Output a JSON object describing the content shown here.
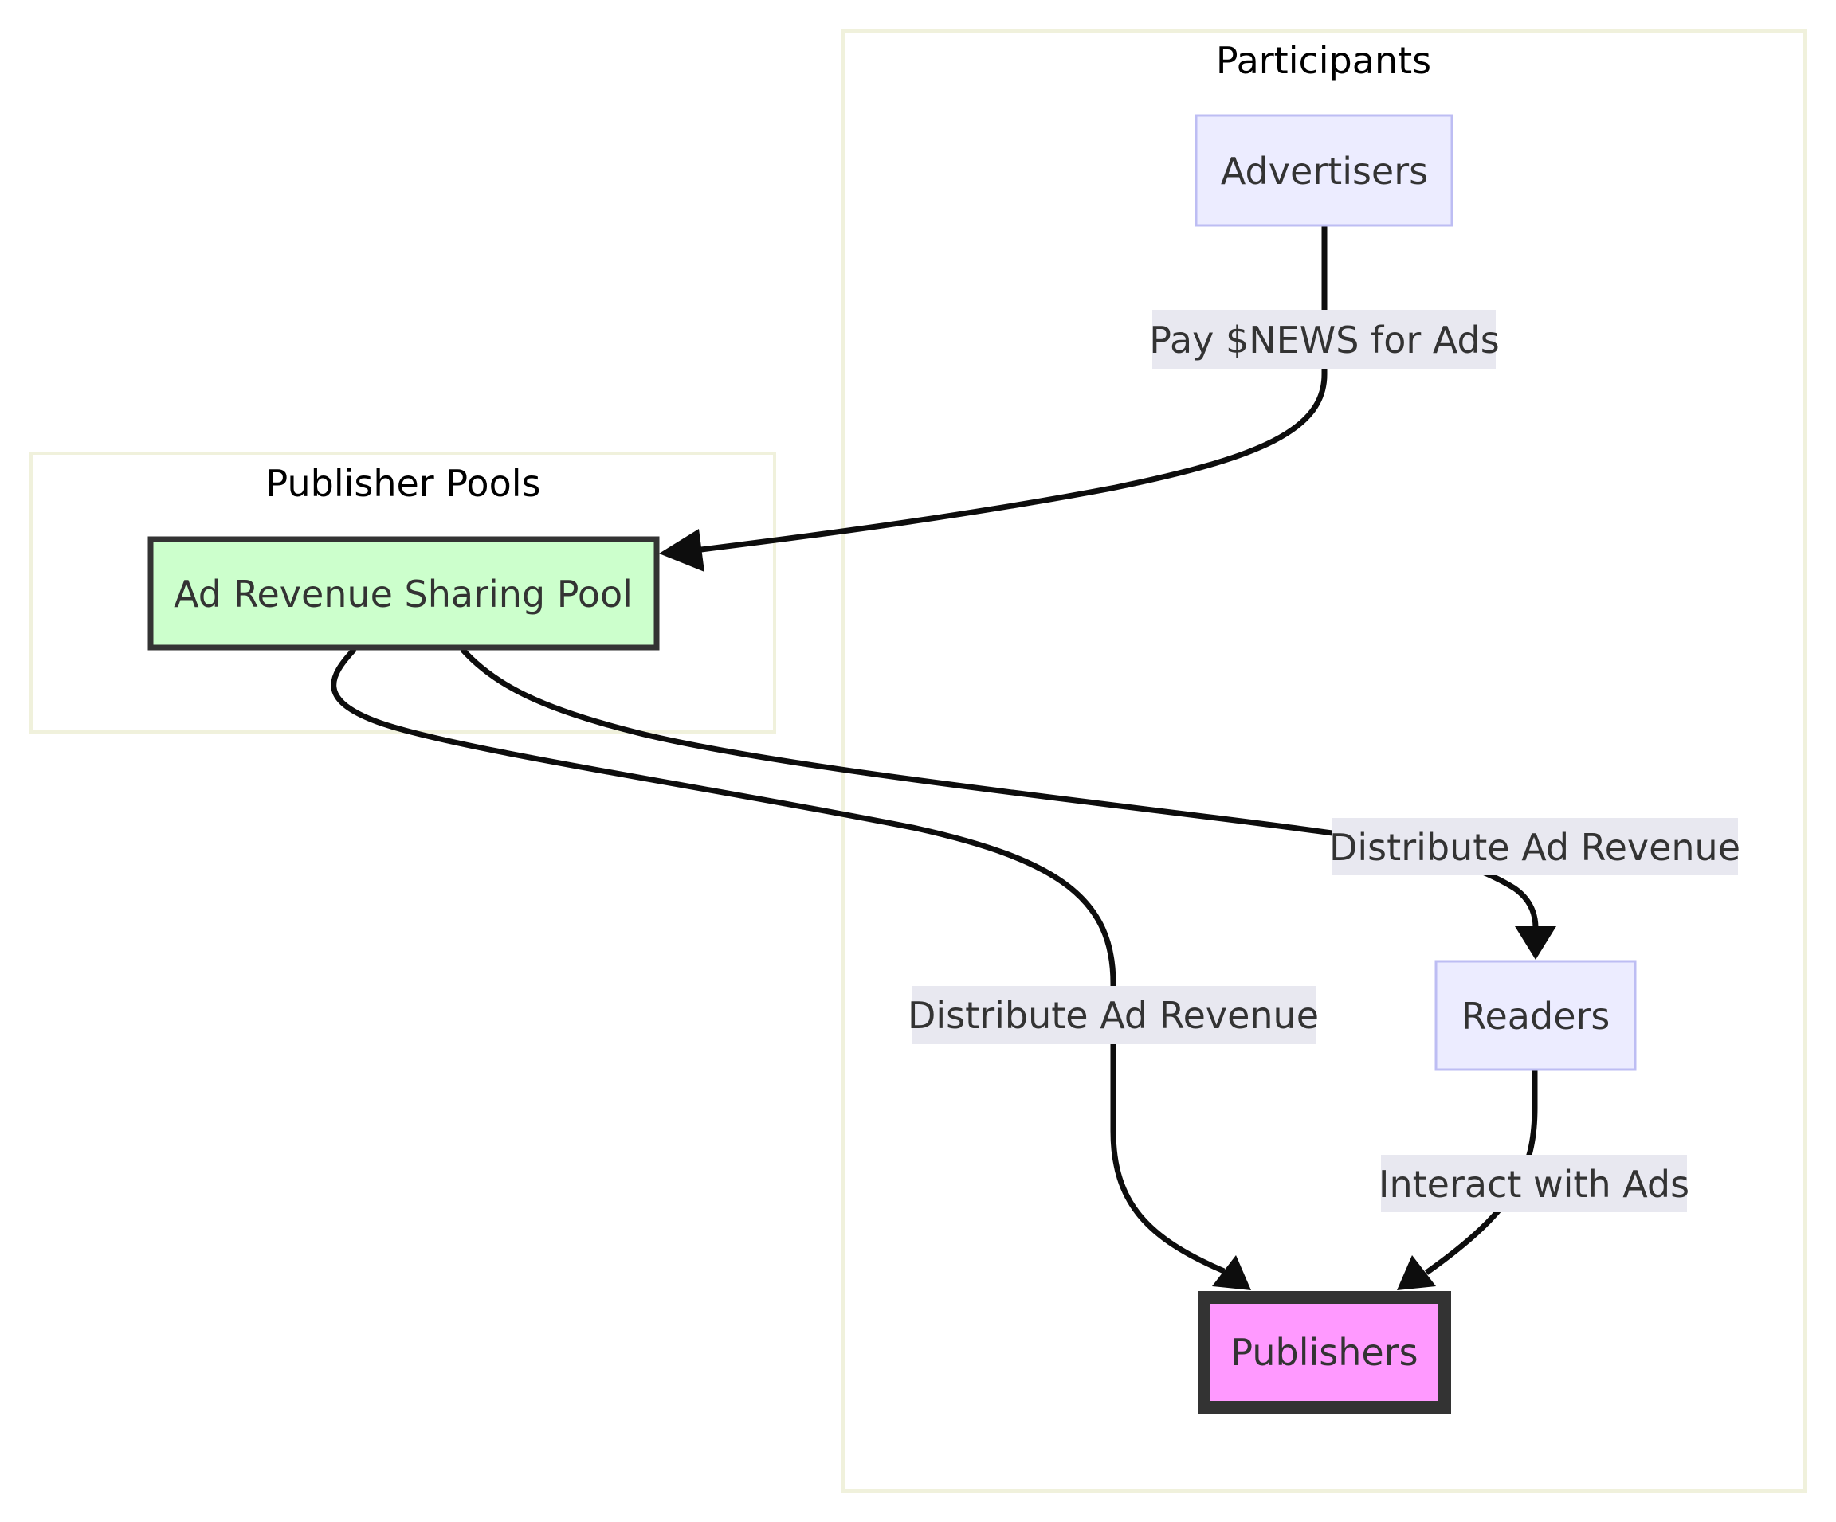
{
  "diagram": {
    "type": "flowchart",
    "clusters": [
      {
        "id": "participants",
        "title": "Participants"
      },
      {
        "id": "publisher_pools",
        "title": "Publisher Pools"
      }
    ],
    "nodes": [
      {
        "id": "advertisers",
        "label": "Advertisers",
        "cluster": "participants",
        "fill": "#ececff",
        "stroke": "#bdbdf3"
      },
      {
        "id": "pool",
        "label": "Ad Revenue Sharing Pool",
        "cluster": "publisher_pools",
        "fill": "#ccffcc",
        "stroke": "#333333"
      },
      {
        "id": "readers",
        "label": "Readers",
        "cluster": "participants",
        "fill": "#ececff",
        "stroke": "#bdbdf3"
      },
      {
        "id": "publishers",
        "label": "Publishers",
        "cluster": "participants",
        "fill": "#ff99ff",
        "stroke": "#333333"
      }
    ],
    "edges": [
      {
        "from": "advertisers",
        "to": "pool",
        "label": "Pay $NEWS for Ads"
      },
      {
        "from": "pool",
        "to": "readers",
        "label": "Distribute Ad Revenue"
      },
      {
        "from": "pool",
        "to": "publishers",
        "label": "Distribute Ad Revenue"
      },
      {
        "from": "readers",
        "to": "publishers",
        "label": "Interact with Ads"
      }
    ]
  }
}
